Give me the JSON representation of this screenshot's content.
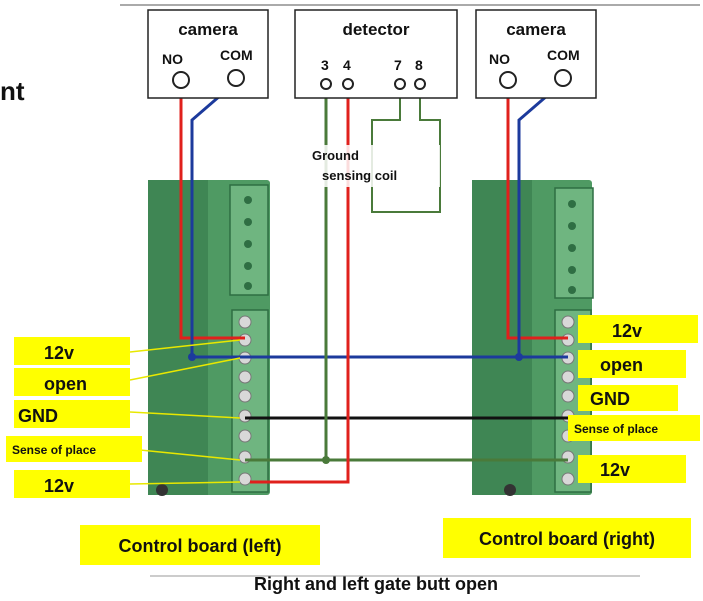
{
  "stray_text": "nt",
  "camera_left": {
    "title": "camera",
    "no": "NO",
    "com": "COM"
  },
  "detector": {
    "title": "detector",
    "t3": "3",
    "t4": "4",
    "t7": "7",
    "t8": "8"
  },
  "camera_right": {
    "title": "camera",
    "no": "NO",
    "com": "COM"
  },
  "coil": {
    "line1": "Ground",
    "line2": "sensing coil"
  },
  "left_labels": [
    "12v",
    "open",
    "GND",
    "Sense of place",
    "12v"
  ],
  "right_labels": [
    "12v",
    "open",
    "GND",
    "Sense of place",
    "12v"
  ],
  "board_left_caption": "Control board (left)",
  "board_right_caption": "Control board (right)",
  "bottom_caption": "Right and left gate butt open",
  "colors": {
    "board": "#4f9a63",
    "board_dark": "#2f6e43",
    "terminal": "#6fb580",
    "label_bg": "#ffff00",
    "wire_red": "#e0201c",
    "wire_blue": "#1c3a9c",
    "wire_black": "#111111",
    "wire_green": "#4a7a3a"
  }
}
